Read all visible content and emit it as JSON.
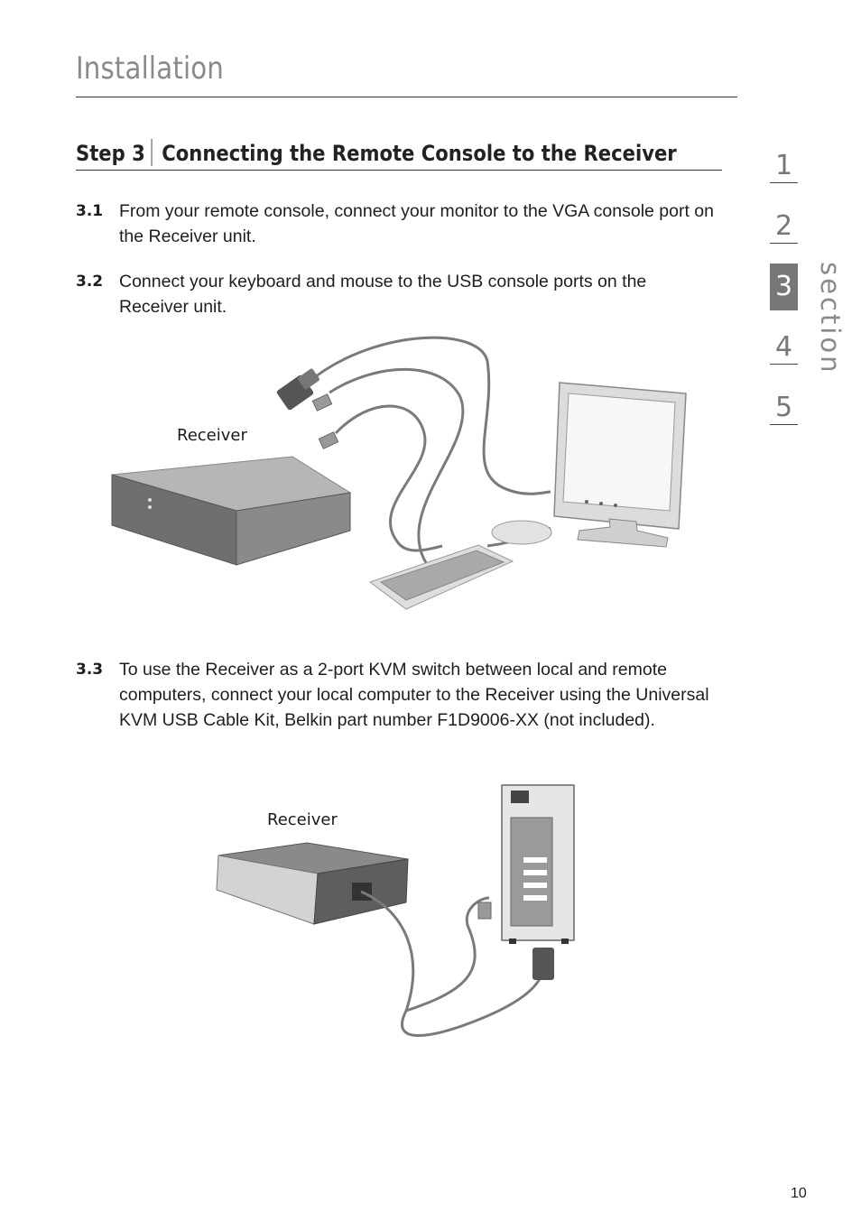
{
  "header": {
    "chapter_title": "Installation"
  },
  "step": {
    "number": "Step 3",
    "title": "Connecting the Remote Console to the Receiver"
  },
  "instructions": [
    {
      "num": "3.1",
      "text": "From your remote console, connect your monitor to the VGA console port on the Receiver unit."
    },
    {
      "num": "3.2",
      "text": "Connect your keyboard and mouse to the USB console ports on the Receiver unit."
    },
    {
      "num": "3.3",
      "text": "To use the Receiver as a 2-port KVM switch between local and remote computers, connect your local computer to the Receiver using the Universal KVM USB Cable Kit, Belkin part number F1D9006-XX (not included)."
    }
  ],
  "figures": {
    "figure1": {
      "receiver_label": "Receiver"
    },
    "figure2": {
      "receiver_label": "Receiver"
    }
  },
  "sidebar": {
    "sections": [
      "1",
      "2",
      "3",
      "4",
      "5"
    ],
    "active": "3",
    "label": "section"
  },
  "footer": {
    "page_number": "10"
  }
}
